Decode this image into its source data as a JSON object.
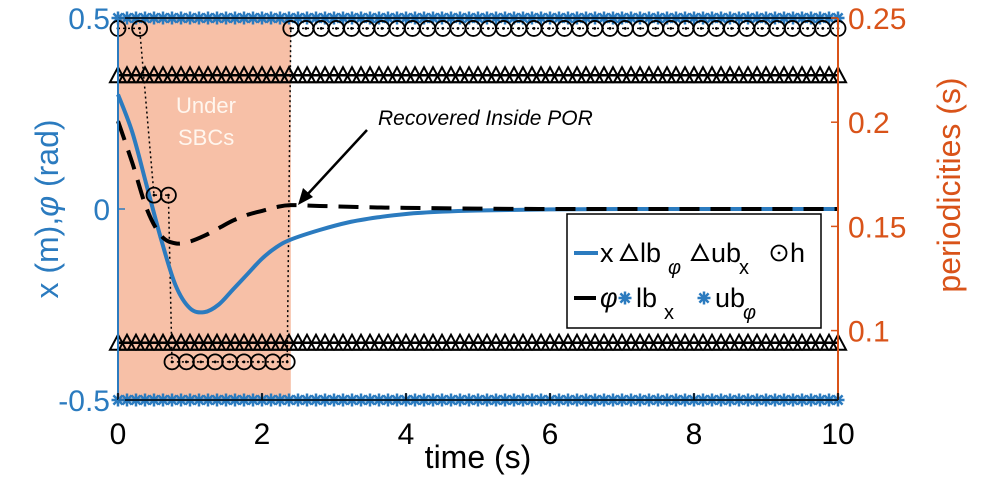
{
  "chart_data": {
    "type": "line",
    "xlabel": "time (s)",
    "ylabel_left": "x (m),",
    "ylabel_left_symbol": "φ",
    "ylabel_left_unit": " (rad)",
    "ylabel_right": "periodicities (s)",
    "xlim": [
      0,
      10
    ],
    "ylim_left": [
      -0.5,
      0.5
    ],
    "ylim_right": [
      0.0667,
      0.25
    ],
    "x_ticks": [
      0,
      2,
      4,
      6,
      8,
      10
    ],
    "x_tick_labels": [
      "0",
      "2",
      "4",
      "6",
      "8",
      "10"
    ],
    "y_left_ticks": [
      -0.5,
      0,
      0.5
    ],
    "y_left_tick_labels": [
      "-0.5",
      "0",
      "0.5"
    ],
    "y_right_ticks": [
      0.1,
      0.15,
      0.2,
      0.25
    ],
    "y_right_tick_labels": [
      "0.1",
      "0.15",
      "0.2",
      "0.25"
    ],
    "grid": false,
    "legend_position": "bottom-right",
    "shaded_region": {
      "x": [
        0,
        2.4
      ],
      "label_line1": "Under",
      "label_line2": "SBCs",
      "color": "#f4a582"
    },
    "annotation": {
      "text": "Recovered Inside POR",
      "points_to": {
        "x": 2.4,
        "y": 0.01
      }
    },
    "series": [
      {
        "name": "x",
        "axis": "left",
        "color": "#2b7bbf",
        "style": "solid",
        "x": [
          0,
          0.2,
          0.4,
          0.6,
          0.8,
          1.0,
          1.2,
          1.4,
          1.6,
          1.8,
          2.0,
          2.2,
          2.4,
          2.8,
          3.2,
          3.6,
          4.0,
          4.5,
          5.0,
          6.0,
          7.0,
          8.0,
          9.0,
          10.0
        ],
        "y": [
          0.3,
          0.2,
          0.06,
          -0.08,
          -0.2,
          -0.26,
          -0.27,
          -0.25,
          -0.21,
          -0.17,
          -0.13,
          -0.1,
          -0.08,
          -0.055,
          -0.035,
          -0.022,
          -0.013,
          -0.007,
          -0.004,
          -0.001,
          0,
          0,
          0,
          0
        ]
      },
      {
        "name": "φ",
        "axis": "left",
        "color": "#000000",
        "style": "dashed",
        "x": [
          0,
          0.2,
          0.4,
          0.6,
          0.8,
          1.0,
          1.2,
          1.4,
          1.6,
          1.8,
          2.0,
          2.2,
          2.4,
          2.8,
          3.2,
          3.6,
          4.0,
          5.0,
          6.0,
          7.0,
          8.0,
          9.0,
          10.0
        ],
        "y": [
          0.23,
          0.12,
          0.0,
          -0.07,
          -0.09,
          -0.085,
          -0.07,
          -0.05,
          -0.03,
          -0.015,
          -0.005,
          0.005,
          0.01,
          0.008,
          0.006,
          0.004,
          0.003,
          0.001,
          0,
          0,
          0,
          0,
          0
        ]
      },
      {
        "name": "lb_φ",
        "axis": "left",
        "marker": "triangle",
        "color": "#000000",
        "constant": -0.35
      },
      {
        "name": "ub_x",
        "axis": "left",
        "marker": "triangle",
        "color": "#000000",
        "constant": 0.35
      },
      {
        "name": "lb_x",
        "axis": "left",
        "marker": "asterisk",
        "color": "#2b7bbf",
        "constant": -0.5
      },
      {
        "name": "ub_φ",
        "axis": "left",
        "marker": "asterisk",
        "color": "#2b7bbf",
        "constant": 0.5
      },
      {
        "name": "h",
        "axis": "right",
        "marker": "circle",
        "color": "#000000",
        "style": "dotted",
        "x": [
          0,
          0.3,
          0.5,
          0.7,
          0.75,
          2.35,
          2.4,
          10
        ],
        "y": [
          0.245,
          0.245,
          0.165,
          0.165,
          0.085,
          0.085,
          0.245,
          0.245
        ]
      }
    ]
  },
  "legend": {
    "row1": [
      {
        "label": "x",
        "sub": "",
        "marker": "line",
        "color": "#2b7bbf"
      },
      {
        "label": "lb",
        "sub": "φ",
        "marker": "triangle",
        "color": "#000000"
      },
      {
        "label": "ub",
        "sub": "x",
        "marker": "triangle",
        "color": "#000000"
      },
      {
        "label": "h",
        "sub": "",
        "marker": "circle",
        "color": "#000000"
      }
    ],
    "row2": [
      {
        "label": "φ",
        "sub": "",
        "marker": "dash",
        "color": "#000000"
      },
      {
        "label": "lb",
        "sub": "x",
        "marker": "asterisk",
        "color": "#2b7bbf"
      },
      {
        "label": "ub",
        "sub": "φ",
        "marker": "asterisk",
        "color": "#2b7bbf"
      }
    ]
  },
  "colors": {
    "left_axis": "#2b7bbf",
    "right_axis": "#d95319",
    "shade": "#f4a582"
  }
}
